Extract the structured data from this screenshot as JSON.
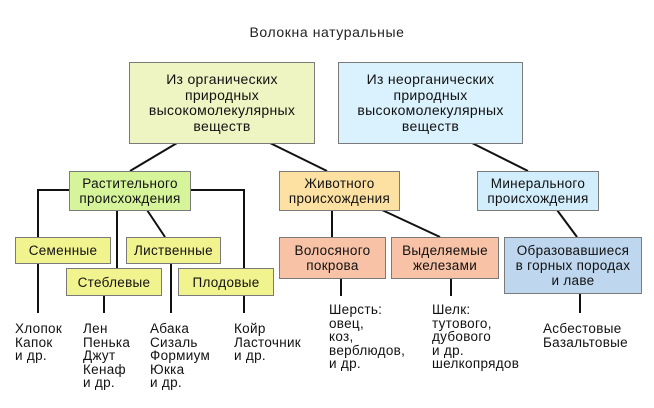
{
  "title": "Волокна натуральные",
  "colors": {
    "organic": "#eef4c2",
    "inorganic": "#daf2fd",
    "plant": "#d6f59a",
    "animal": "#fde1a2",
    "mineral": "#d2edfb",
    "plant_sub": "#f1f38e",
    "animal_sub": "#f8c2a6",
    "mineral_sub": "#bed6ee",
    "line": "#111111",
    "border": "#7a7a7a"
  },
  "level1": {
    "organic": "Из органических\nприродных\nвысокомолекулярных\nвеществ",
    "inorganic": "Из неорганических\nприродных\nвысокомолекулярных\nвеществ"
  },
  "level2": {
    "plant": "Растительного\nпроисхождения",
    "animal": "Животного\nпроисхождения",
    "mineral": "Минерального\nпроисхождения"
  },
  "level3": {
    "seed": "Семенные",
    "stem": "Стеблевые",
    "leaf": "Лиственные",
    "fruit": "Плодовые",
    "hair": "Волосяного\nпокрова",
    "glands": "Выделяемые\nжелезами",
    "rocks": "Образовавшиеся\nв горных породах\nи лаве"
  },
  "examples": {
    "seed": "Хлопок\nКапок\nи др.",
    "stem": "Лен\nПенька\nДжут\nКенаф\nи др.",
    "leaf": "Абака\nСизаль\nФормиум\nЮкка\nи др.",
    "fruit": "Койр\nЛасточник\nи др.",
    "hair": "Шерсть:\nовец,\nкоз,\nверблюдов,\nи др.",
    "glands": "Шелк:\nтутового,\nдубового\nи др.\nшелкопрядов",
    "rocks": "Асбестовые\nБазальтовые"
  }
}
